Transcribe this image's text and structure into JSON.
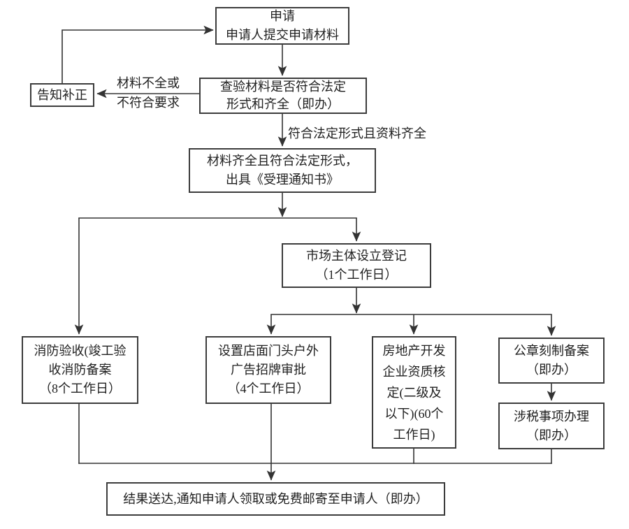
{
  "diagram": {
    "colors": {
      "background": "#ffffff",
      "stroke": "#333333",
      "box_border": "#3c3c3c",
      "text": "#1f1f1f"
    },
    "nodes": {
      "apply": {
        "lines": [
          "申请",
          "申请人提交申请材料"
        ]
      },
      "notify": {
        "lines": [
          "告知补正"
        ]
      },
      "check": {
        "lines": [
          "查验材料是否符合法定",
          "形式和齐全（即办）"
        ]
      },
      "accept": {
        "lines": [
          "材料齐全且符合法定形式，",
          "出具《受理通知书》"
        ]
      },
      "register": {
        "lines": [
          "市场主体设立登记",
          "（1个工作日）"
        ]
      },
      "fire": {
        "lines": [
          "消防验收(竣工验",
          "收消防备案",
          "（8个工作日）"
        ]
      },
      "signboard": {
        "lines": [
          "设置店面门头户外",
          "广告招牌审批",
          "（4个工作日）"
        ]
      },
      "realestate": {
        "lines": [
          "房地产开发",
          "企业资质核",
          "定(二级及",
          "以下)(60个",
          "工作日)"
        ]
      },
      "seal": {
        "lines": [
          "公章刻制备案",
          "（即办）"
        ]
      },
      "tax": {
        "lines": [
          "涉税事项办理",
          "（即办）"
        ]
      },
      "result": {
        "lines": [
          "结果送达,通知申请人领取或免费邮寄至申请人（即办）"
        ]
      }
    },
    "edge_labels": {
      "incomplete": {
        "lines": [
          "材料不全或",
          "不符合要求"
        ]
      },
      "complete": {
        "lines": [
          "符合法定形式且资料齐全"
        ]
      }
    }
  }
}
